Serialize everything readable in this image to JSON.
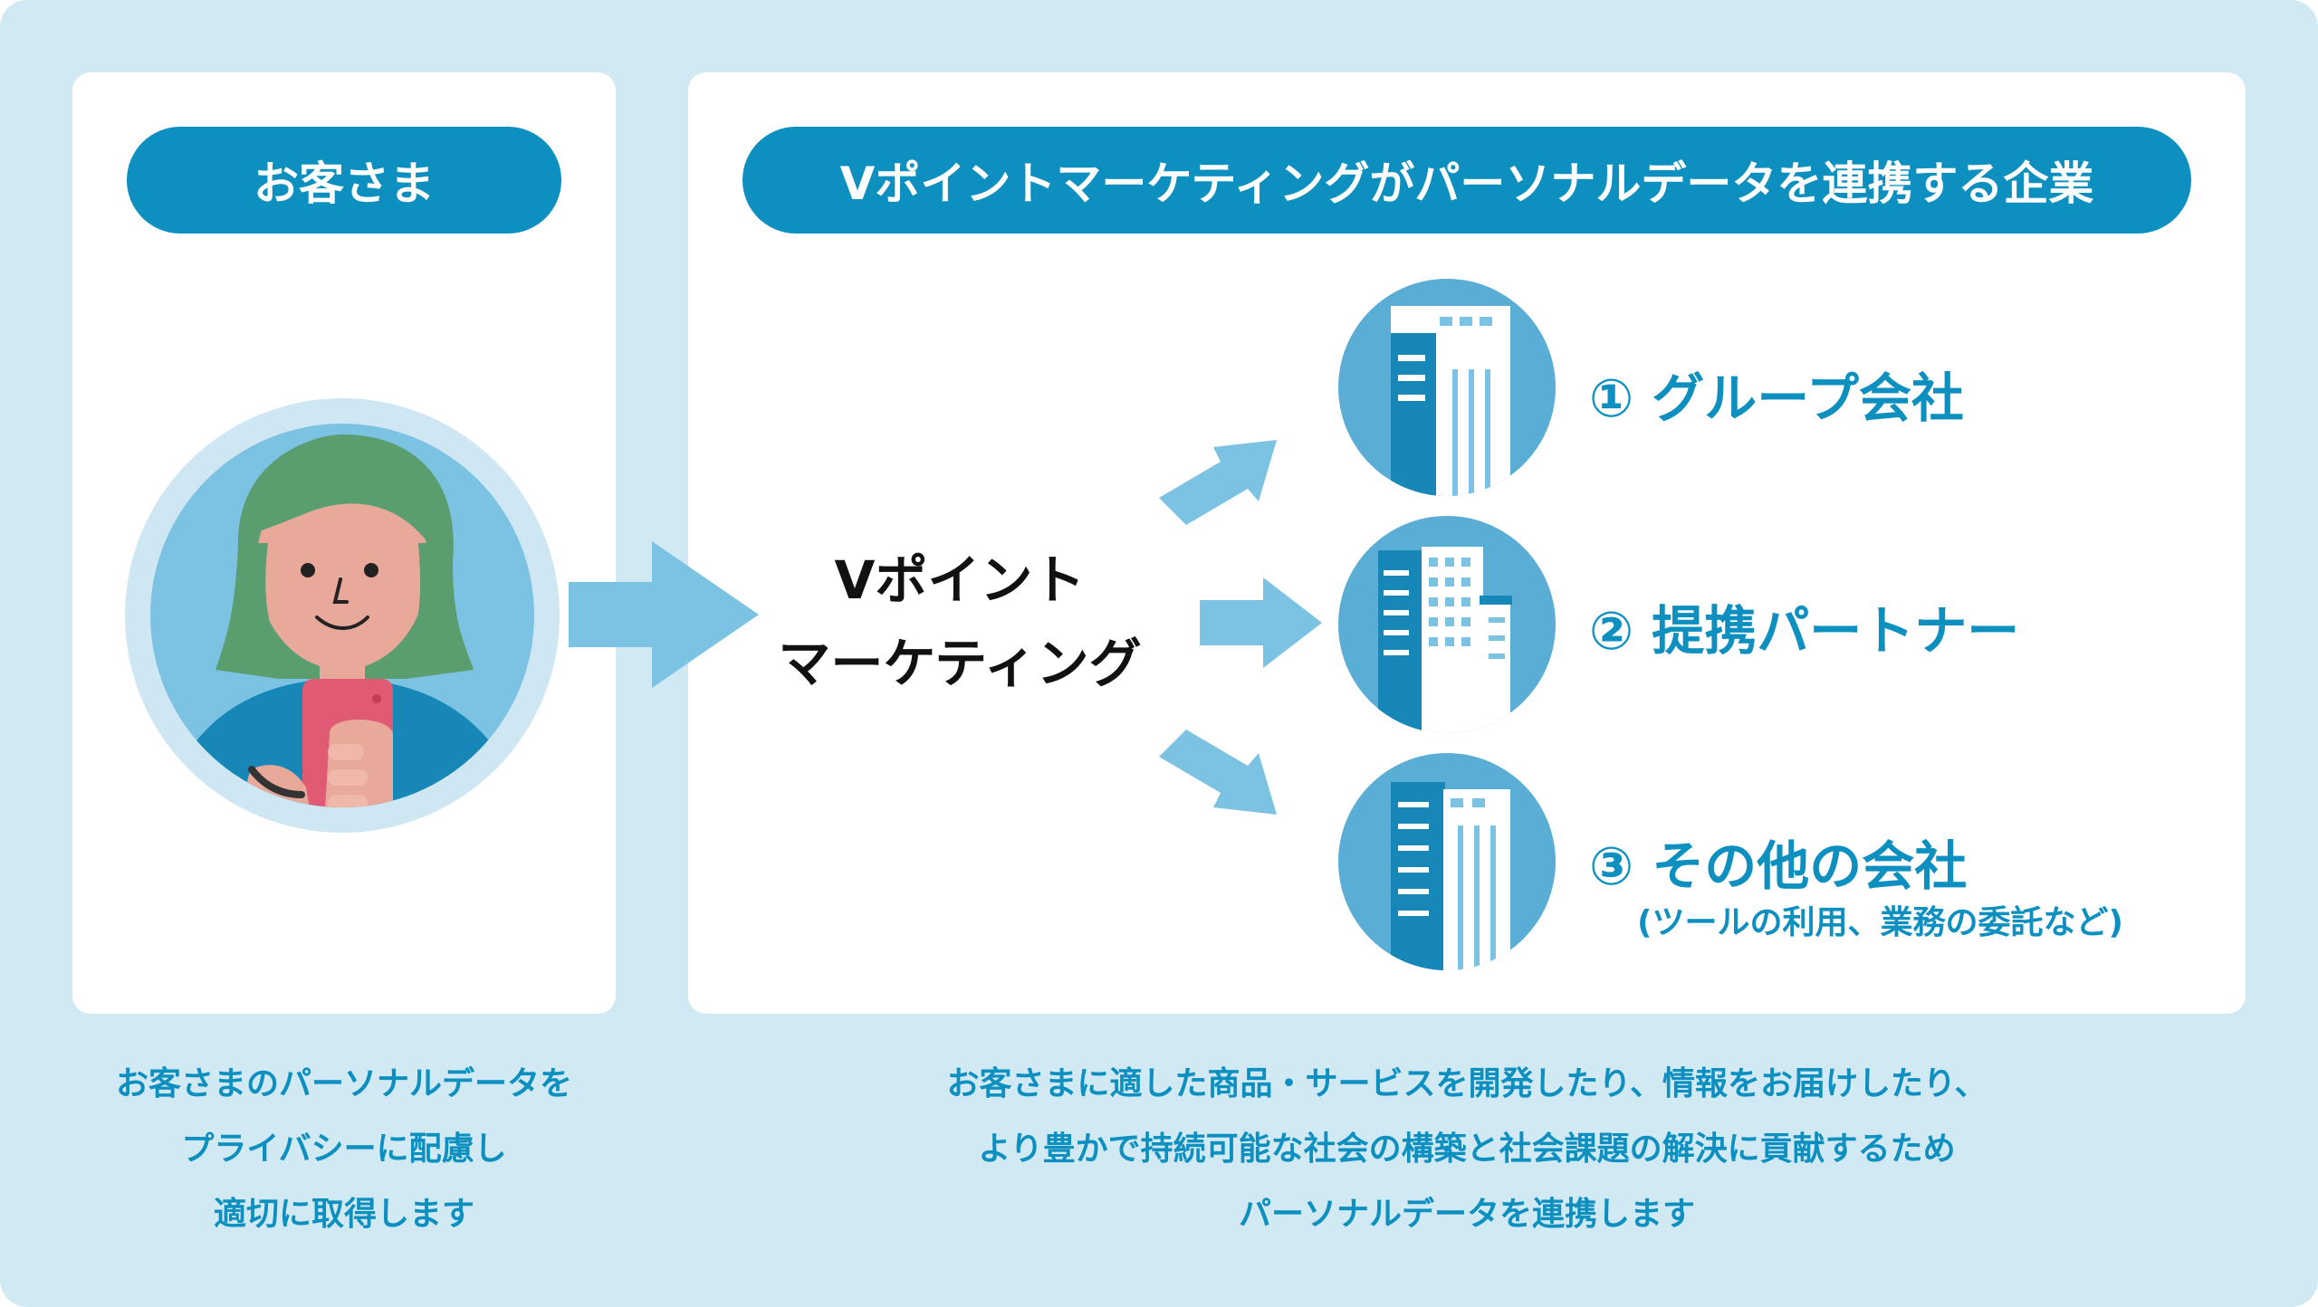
{
  "colors": {
    "background": "#d1e9f3",
    "panel": "#ffffff",
    "accent": "#0d8fc0",
    "arrow": "#7cc2e3",
    "building_circle": "#5aaed6"
  },
  "customer": {
    "header": "お客さま",
    "caption_lines": [
      "お客さまのパーソナルデータを",
      "プライバシーに配慮し",
      "適切に取得します"
    ]
  },
  "companies_panel": {
    "header": "Vポイントマーケティングがパーソナルデータを連携する企業",
    "center_lines": [
      "Vポイント",
      "マーケティング"
    ],
    "companies": [
      {
        "label": "① グループ会社",
        "icon": "building-icon"
      },
      {
        "label": "② 提携パートナー",
        "icon": "buildings-icon"
      },
      {
        "label": "③ その他の会社",
        "sub": "(ツールの利用、業務の委託など)",
        "icon": "building-icon"
      }
    ],
    "caption_lines": [
      "お客さまに適した商品・サービスを開発したり、情報をお届けしたり、",
      "より豊かで持続可能な社会の構築と社会課題の解決に貢献するため",
      "パーソナルデータを連携します"
    ]
  }
}
